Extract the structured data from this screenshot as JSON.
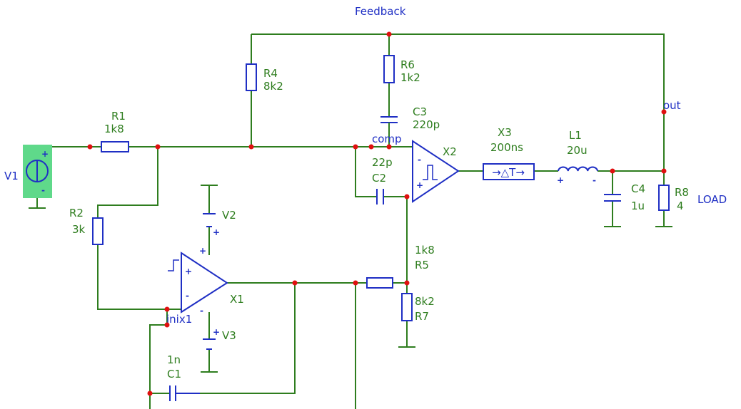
{
  "labels": {
    "feedback": "Feedback",
    "comp": "comp",
    "out": "out",
    "load": "LOAD",
    "inix1": "inix1"
  },
  "components": {
    "v1": {
      "name": "V1"
    },
    "v2": {
      "name": "V2"
    },
    "v3": {
      "name": "V3"
    },
    "r1": {
      "name": "R1",
      "value": "1k8"
    },
    "r2": {
      "name": "R2",
      "value": "3k"
    },
    "r4": {
      "name": "R4",
      "value": "8k2"
    },
    "r5": {
      "name": "R5",
      "value": "1k8"
    },
    "r6": {
      "name": "R6",
      "value": "1k2"
    },
    "r7": {
      "name": "R7",
      "value": "8k2"
    },
    "r8": {
      "name": "R8",
      "value": "4"
    },
    "c1": {
      "name": "C1",
      "value": "1n"
    },
    "c2": {
      "name": "C2",
      "value": "22p"
    },
    "c3": {
      "name": "C3",
      "value": "220p"
    },
    "c4": {
      "name": "C4",
      "value": "1u"
    },
    "l1": {
      "name": "L1",
      "value": "20u"
    },
    "x1": {
      "name": "X1"
    },
    "x2": {
      "name": "X2"
    },
    "x3": {
      "name": "X3",
      "value": "200ns",
      "symbol": "→△T→"
    }
  },
  "pin_marks": {
    "plus": "+",
    "minus": "-"
  },
  "colors": {
    "wire": "#2e7d1e",
    "component": "#1f2fc4",
    "node": "#e01010",
    "selection": "#5fd98a"
  }
}
